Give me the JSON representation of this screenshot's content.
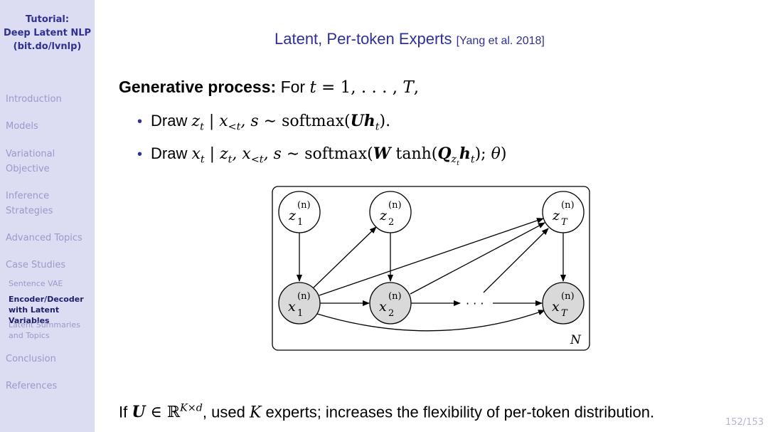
{
  "sidebar": {
    "title_lines": [
      "Tutorial:",
      "Deep Latent NLP",
      "(bit.do/lvnlp)"
    ],
    "sections": [
      {
        "label": "Introduction"
      },
      {
        "label": "Models"
      },
      {
        "label_lines": [
          "Variational",
          "Objective"
        ]
      },
      {
        "label_lines": [
          "Inference",
          "Strategies"
        ]
      },
      {
        "label": "Advanced Topics"
      },
      {
        "label": "Case Studies"
      },
      {
        "label": "Conclusion"
      },
      {
        "label": "References"
      }
    ],
    "subsections": [
      {
        "label": "Sentence VAE"
      },
      {
        "label_lines": [
          "Encoder/Decoder",
          "with Latent Variables"
        ],
        "current": true
      },
      {
        "label_lines": [
          "Latent Summaries",
          "and Topics"
        ]
      }
    ]
  },
  "slide": {
    "title": "Latent, Per-token Experts",
    "citation": "[Yang et al. 2018]",
    "generative_label": "Generative process:",
    "generative_rest": "For",
    "bullet_word": "Draw",
    "diagram": {
      "plate_label": "N",
      "nodes": [
        {
          "name": "z",
          "index": "1",
          "sup": "(n)",
          "observed": false
        },
        {
          "name": "z",
          "index": "2",
          "sup": "(n)",
          "observed": false
        },
        {
          "name": "z",
          "index": "T",
          "sup": "(n)",
          "observed": false
        },
        {
          "name": "x",
          "index": "1",
          "sup": "(n)",
          "observed": true
        },
        {
          "name": "x",
          "index": "2",
          "sup": "(n)",
          "observed": true
        },
        {
          "name": "x",
          "index": "T",
          "sup": "(n)",
          "observed": true
        }
      ],
      "ellipsis": "· · ·"
    },
    "bottom_if": "If",
    "bottom_mid": ", used",
    "bottom_rest": "experts; increases the flexibility of per-token distribution."
  },
  "page_number": "152/153",
  "colors": {
    "sidebar_bg": "#dcdcf2",
    "title_blue": "#2e3192",
    "nav_inactive": "#9a9acb",
    "node_fill": "#d9d9d9"
  }
}
